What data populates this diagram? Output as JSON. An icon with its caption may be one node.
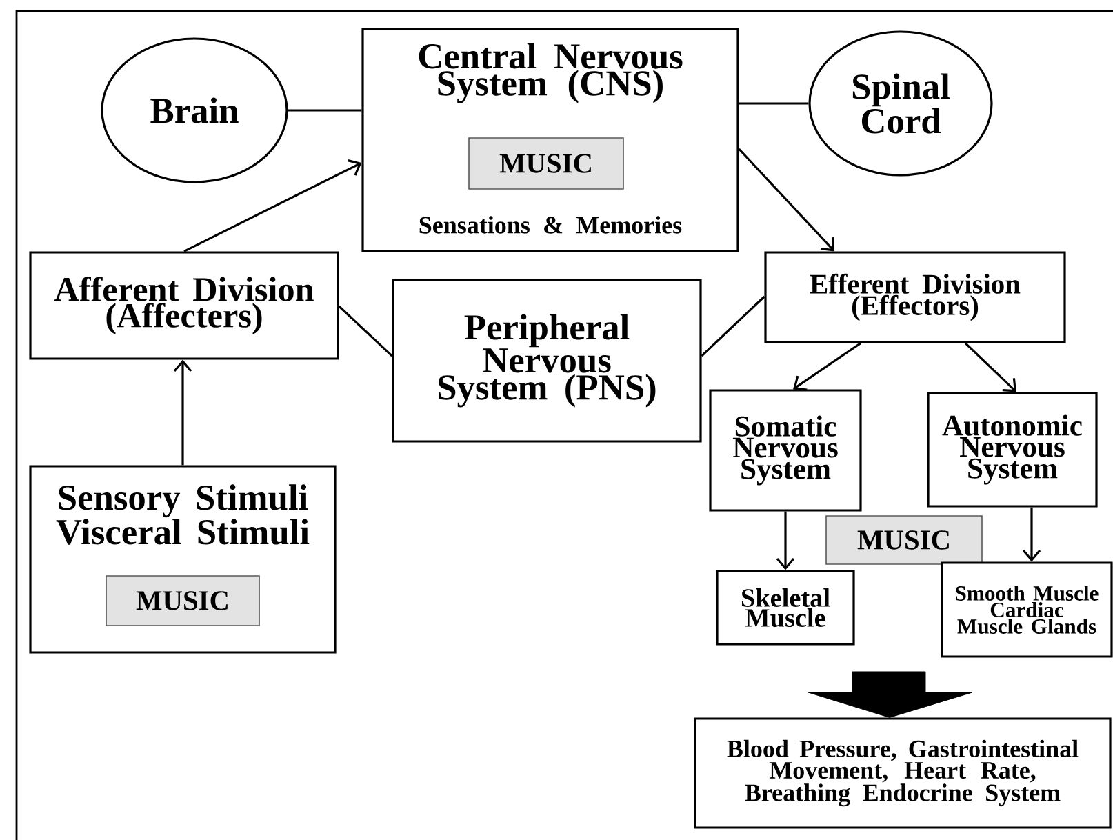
{
  "diagram": {
    "nodes": [
      {
        "text": [
          "Brain"
        ]
      },
      {
        "text": [
          "Central Nervous System (CNS)",
          "Sensations & Memories"
        ]
      },
      {
        "text": [
          "MUSIC"
        ],
        "in": 1
      },
      {
        "text": [
          "Spinal Cord"
        ]
      },
      {
        "text": [
          "Afferent Division (Affecters)"
        ]
      },
      {
        "text": [
          "Peripheral Nervous System (PNS)"
        ]
      },
      {
        "text": [
          "Efferent Division (Effectors)"
        ]
      },
      {
        "text": [
          "Somatic Nervous System"
        ]
      },
      {
        "text": [
          "Autonomic Nervous System"
        ]
      },
      {
        "text": [
          "MUSIC"
        ]
      },
      {
        "text": [
          "Skeletal Muscle"
        ]
      },
      {
        "text": [
          "Smooth Muscle Cardiac Muscle Glands"
        ]
      },
      {
        "text": [
          "Sensory Stimuli Visceral Stimuli"
        ]
      },
      {
        "text": [
          "MUSIC"
        ],
        "in": 12
      },
      {
        "text": [
          "Blood Pressure, Gastrointestinal Movement, Heart Rate, Breathing Endocrine System"
        ]
      }
    ],
    "edges": [
      {
        "from": 0,
        "to": 1,
        "arrow": "none"
      },
      {
        "from": 1,
        "to": 3,
        "arrow": "none"
      },
      {
        "from": 4,
        "to": 1,
        "arrow": "to"
      },
      {
        "from": 1,
        "to": 6,
        "arrow": "to"
      },
      {
        "from": 4,
        "to": 5,
        "arrow": "none"
      },
      {
        "from": 5,
        "to": 6,
        "arrow": "none"
      },
      {
        "from": 6,
        "to": 7,
        "arrow": "to"
      },
      {
        "from": 6,
        "to": 8,
        "arrow": "to"
      },
      {
        "from": 12,
        "to": 4,
        "arrow": "to"
      },
      {
        "from": 7,
        "to": 10,
        "arrow": "to"
      },
      {
        "from": 8,
        "to": 11,
        "arrow": "to"
      },
      {
        "from": null,
        "to": 14,
        "arrow": "to",
        "style": "thick"
      }
    ]
  }
}
